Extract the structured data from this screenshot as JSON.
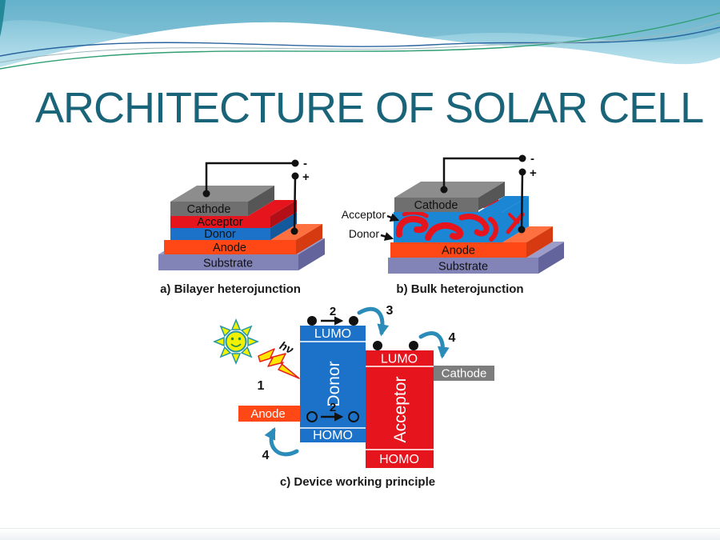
{
  "slide": {
    "title": "ARCHITECTURE OF SOLAR CELL"
  },
  "figure": {
    "panel_a": {
      "caption": "a) Bilayer heterojunction",
      "layers": {
        "cathode": "Cathode",
        "acceptor": "Acceptor",
        "donor": "Donor",
        "anode": "Anode",
        "substrate": "Substrate"
      },
      "terminals": {
        "minus": "-",
        "plus": "+"
      }
    },
    "panel_b": {
      "caption": "b) Bulk heterojunction",
      "layers": {
        "cathode": "Cathode",
        "anode": "Anode",
        "substrate": "Substrate"
      },
      "pointers": {
        "acceptor": "Acceptor",
        "donor": "Donor"
      },
      "terminals": {
        "minus": "-",
        "plus": "+"
      }
    },
    "panel_c": {
      "caption": "c) Device working principle",
      "donor": {
        "name": "Donor",
        "lumo": "LUMO",
        "homo": "HOMO"
      },
      "acceptor": {
        "name": "Acceptor",
        "lumo": "LUMO",
        "homo": "HOMO"
      },
      "electrodes": {
        "anode": "Anode",
        "cathode": "Cathode"
      },
      "photon_label": "hν",
      "steps": {
        "n1": "1",
        "n2": "2",
        "n3": "3",
        "n4": "4"
      }
    },
    "colors": {
      "title_teal": "#1a6479",
      "donor_blue": "#1c72c9",
      "mixed_blue": "#1b86d4",
      "acceptor_red": "#e5141d",
      "anode_orange": "#ff4815",
      "cathode_gray": "#6f6f6f",
      "substrate_purple": "#8283b6",
      "arrow_teal": "#2b8cba",
      "sun_yellow": "#f2f200",
      "bolt_yellow": "#ffe600"
    }
  }
}
